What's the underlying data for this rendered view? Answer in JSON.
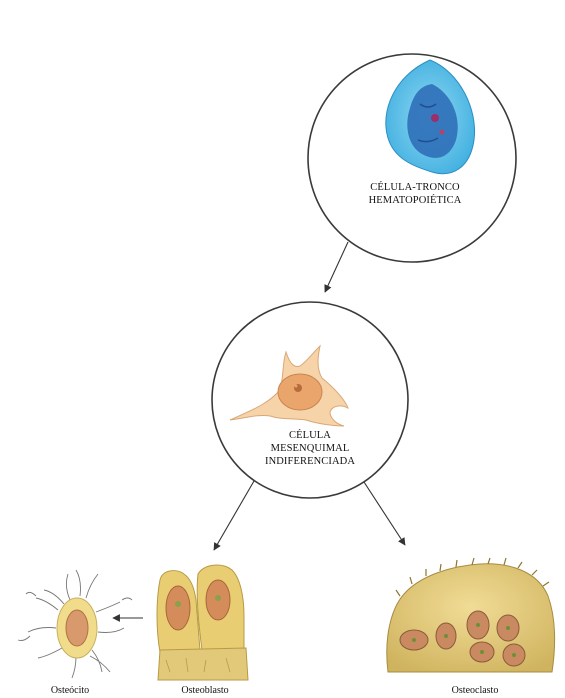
{
  "nodes": {
    "hsc": {
      "line1": "CÉLULA-TRONCO",
      "line2": "HEMATOPOIÉTICA",
      "icon": "hematopoietic-stem-cell-icon"
    },
    "msc": {
      "line1": "CÉLULA",
      "line2": "MESENQUIMAL",
      "line3": "INDIFERENCIADA",
      "icon": "mesenchymal-cell-icon"
    },
    "osteocito": {
      "label": "Osteócito",
      "icon": "osteocyte-icon"
    },
    "osteoblasto": {
      "label": "Osteoblasto",
      "icon": "osteoblast-icon"
    },
    "osteoclasto": {
      "label": "Osteoclasto",
      "icon": "osteoclast-icon"
    }
  },
  "colors": {
    "circle_stroke": "#3a3a3a",
    "hsc_cytoplasm": "#5fc3e6",
    "hsc_nucleus": "#2f6fb8",
    "msc_cytoplasm": "#f6d3a8",
    "msc_nucleus": "#e9a56b",
    "bone_yellow": "#e2c97a",
    "cell_nucleus": "#c77a4a",
    "arrow": "#333333"
  }
}
